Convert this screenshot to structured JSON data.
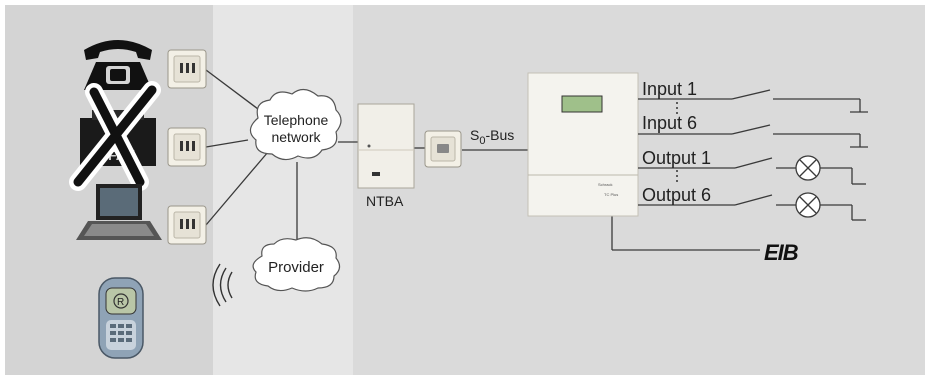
{
  "diagram": {
    "clouds": {
      "telephone_network_line1": "Telephone",
      "telephone_network_line2": "network",
      "provider": "Provider"
    },
    "ntba_label": "NTBA",
    "bus_label_prefix": "S",
    "bus_label_subscript": "0",
    "bus_label_suffix": "-Bus",
    "io": {
      "input_first": "Input 1",
      "input_last": "Input 6",
      "output_first": "Output 1",
      "output_last": "Output 6"
    },
    "eib_logo": "EIB",
    "device_brand_small": "Schrack",
    "device_model_small": "TC Plus",
    "phone_key_label": "R",
    "icons": [
      "telephone-icon",
      "fax-icon",
      "laptop-icon",
      "mobile-phone-icon",
      "wireless-signal-icon",
      "socket-icon",
      "lamp-icon",
      "switch-contact-icon",
      "cross-out-icon"
    ],
    "colors": {
      "panel_left": "#d4d4d4",
      "panel_mid": "#e6e6e6",
      "panel_right": "#dadada",
      "line": "#3a3a3a"
    }
  }
}
